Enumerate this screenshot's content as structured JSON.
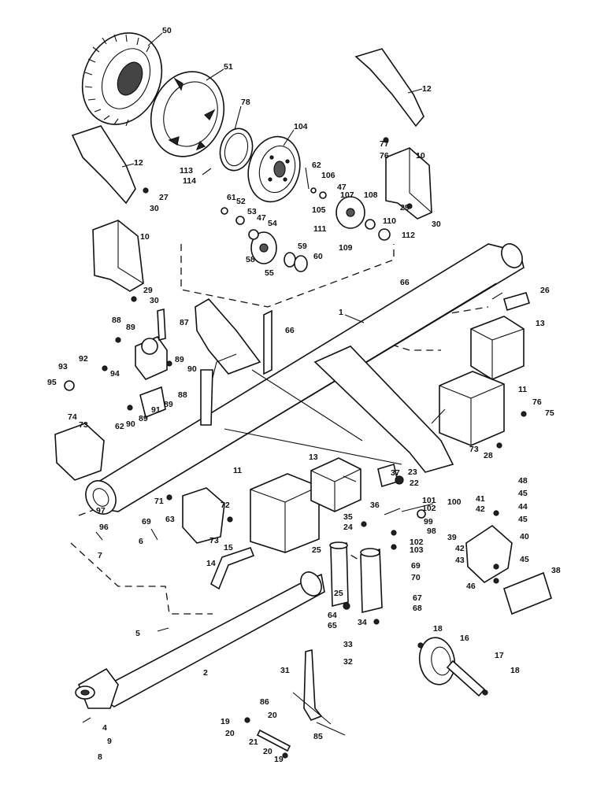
{
  "callouts": [
    {
      "id": "c1",
      "text": "50"
    },
    {
      "id": "c2",
      "text": "51"
    },
    {
      "id": "c3",
      "text": "78"
    },
    {
      "id": "c4",
      "text": "104"
    },
    {
      "id": "c5",
      "text": "12"
    },
    {
      "id": "c6",
      "text": "12"
    },
    {
      "id": "c7",
      "text": "77"
    },
    {
      "id": "c8",
      "text": "76"
    },
    {
      "id": "c9",
      "text": "10"
    },
    {
      "id": "c10",
      "text": "27"
    },
    {
      "id": "c11",
      "text": "30"
    },
    {
      "id": "c12",
      "text": "113"
    },
    {
      "id": "c13",
      "text": "114"
    },
    {
      "id": "c14",
      "text": "62"
    },
    {
      "id": "c15",
      "text": "106"
    },
    {
      "id": "c16",
      "text": "47"
    },
    {
      "id": "c17",
      "text": "107"
    },
    {
      "id": "c18",
      "text": "108"
    },
    {
      "id": "c19",
      "text": "29"
    },
    {
      "id": "c20",
      "text": "30"
    },
    {
      "id": "c21",
      "text": "105"
    },
    {
      "id": "c22",
      "text": "61"
    },
    {
      "id": "c23",
      "text": "52"
    },
    {
      "id": "c24",
      "text": "53"
    },
    {
      "id": "c25",
      "text": "47"
    },
    {
      "id": "c26",
      "text": "54"
    },
    {
      "id": "c27",
      "text": "110"
    },
    {
      "id": "c28",
      "text": "111"
    },
    {
      "id": "c29",
      "text": "112"
    },
    {
      "id": "c30",
      "text": "109"
    },
    {
      "id": "c31",
      "text": "10"
    },
    {
      "id": "c32",
      "text": "59"
    },
    {
      "id": "c33",
      "text": "58"
    },
    {
      "id": "c34",
      "text": "60"
    },
    {
      "id": "c35",
      "text": "55"
    },
    {
      "id": "c36",
      "text": "66"
    },
    {
      "id": "c37",
      "text": "29"
    },
    {
      "id": "c38",
      "text": "30"
    },
    {
      "id": "c39",
      "text": "26"
    },
    {
      "id": "c40",
      "text": "1"
    },
    {
      "id": "c41",
      "text": "88"
    },
    {
      "id": "c42",
      "text": "89"
    },
    {
      "id": "c43",
      "text": "87"
    },
    {
      "id": "c44",
      "text": "66"
    },
    {
      "id": "c45",
      "text": "13"
    },
    {
      "id": "c46",
      "text": "92"
    },
    {
      "id": "c47",
      "text": "93"
    },
    {
      "id": "c48",
      "text": "94"
    },
    {
      "id": "c49",
      "text": "89"
    },
    {
      "id": "c50",
      "text": "90"
    },
    {
      "id": "c51",
      "text": "95"
    },
    {
      "id": "c52",
      "text": "88"
    },
    {
      "id": "c53",
      "text": "89"
    },
    {
      "id": "c54",
      "text": "91"
    },
    {
      "id": "c55",
      "text": "89"
    },
    {
      "id": "c56",
      "text": "90"
    },
    {
      "id": "c57",
      "text": "11"
    },
    {
      "id": "c58",
      "text": "76"
    },
    {
      "id": "c59",
      "text": "75"
    },
    {
      "id": "c60",
      "text": "74"
    },
    {
      "id": "c61",
      "text": "73"
    },
    {
      "id": "c62",
      "text": "62"
    },
    {
      "id": "c63",
      "text": "73"
    },
    {
      "id": "c64",
      "text": "28"
    },
    {
      "id": "c65",
      "text": "13"
    },
    {
      "id": "c66",
      "text": "37"
    },
    {
      "id": "c67",
      "text": "23"
    },
    {
      "id": "c68",
      "text": "22"
    },
    {
      "id": "c69",
      "text": "11"
    },
    {
      "id": "c70",
      "text": "36"
    },
    {
      "id": "c71",
      "text": "101"
    },
    {
      "id": "c72",
      "text": "100"
    },
    {
      "id": "c73",
      "text": "102"
    },
    {
      "id": "c74",
      "text": "41"
    },
    {
      "id": "c75",
      "text": "48"
    },
    {
      "id": "c76",
      "text": "45"
    },
    {
      "id": "c77",
      "text": "44"
    },
    {
      "id": "c78",
      "text": "42"
    },
    {
      "id": "c79",
      "text": "45"
    },
    {
      "id": "c80",
      "text": "71"
    },
    {
      "id": "c81",
      "text": "72"
    },
    {
      "id": "c82",
      "text": "97"
    },
    {
      "id": "c83",
      "text": "63"
    },
    {
      "id": "c84",
      "text": "69"
    },
    {
      "id": "c85",
      "text": "73"
    },
    {
      "id": "c86",
      "text": "35"
    },
    {
      "id": "c87",
      "text": "99"
    },
    {
      "id": "c88",
      "text": "24"
    },
    {
      "id": "c89",
      "text": "98"
    },
    {
      "id": "c90",
      "text": "39"
    },
    {
      "id": "c91",
      "text": "96"
    },
    {
      "id": "c92",
      "text": "6"
    },
    {
      "id": "c93",
      "text": "15"
    },
    {
      "id": "c94",
      "text": "25"
    },
    {
      "id": "c95",
      "text": "102"
    },
    {
      "id": "c96",
      "text": "103"
    },
    {
      "id": "c97",
      "text": "40"
    },
    {
      "id": "c98",
      "text": "42"
    },
    {
      "id": "c99",
      "text": "43"
    },
    {
      "id": "c100",
      "text": "45"
    },
    {
      "id": "c101",
      "text": "7"
    },
    {
      "id": "c102",
      "text": "14"
    },
    {
      "id": "c103",
      "text": "69"
    },
    {
      "id": "c104",
      "text": "70"
    },
    {
      "id": "c105",
      "text": "38"
    },
    {
      "id": "c106",
      "text": "46"
    },
    {
      "id": "c107",
      "text": "25"
    },
    {
      "id": "c108",
      "text": "67"
    },
    {
      "id": "c109",
      "text": "68"
    },
    {
      "id": "c110",
      "text": "64"
    },
    {
      "id": "c111",
      "text": "65"
    },
    {
      "id": "c112",
      "text": "34"
    },
    {
      "id": "c113",
      "text": "5"
    },
    {
      "id": "c114",
      "text": "33"
    },
    {
      "id": "c115",
      "text": "18"
    },
    {
      "id": "c116",
      "text": "16"
    },
    {
      "id": "c117",
      "text": "32"
    },
    {
      "id": "c118",
      "text": "2"
    },
    {
      "id": "c119",
      "text": "17"
    },
    {
      "id": "c120",
      "text": "31"
    },
    {
      "id": "c121",
      "text": "18"
    },
    {
      "id": "c122",
      "text": "86"
    },
    {
      "id": "c123",
      "text": "20"
    },
    {
      "id": "c124",
      "text": "4"
    },
    {
      "id": "c125",
      "text": "19"
    },
    {
      "id": "c126",
      "text": "9"
    },
    {
      "id": "c127",
      "text": "20"
    },
    {
      "id": "c128",
      "text": "85"
    },
    {
      "id": "c129",
      "text": "21"
    },
    {
      "id": "c130",
      "text": "20"
    },
    {
      "id": "c131",
      "text": "8"
    },
    {
      "id": "c132",
      "text": "19"
    }
  ]
}
